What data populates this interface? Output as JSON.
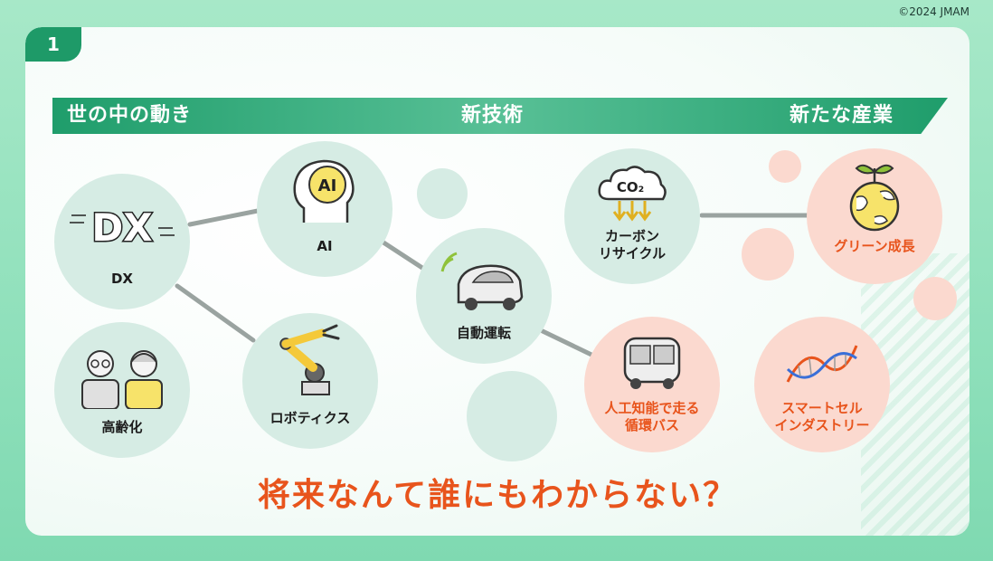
{
  "copyright": "©2024 JMAM",
  "slide_number": "1",
  "banner": {
    "left": "世の中の動き",
    "center": "新技術",
    "right": "新たな産業"
  },
  "nodes": {
    "dx": {
      "label": "DX",
      "icon": "dx-logo-icon"
    },
    "aging": {
      "label": "高齢化",
      "icon": "elderly-couple-icon"
    },
    "ai": {
      "label": "AI",
      "icon": "ai-head-icon",
      "icon_text": "AI"
    },
    "robotics": {
      "label": "ロボティクス",
      "icon": "robot-arm-icon"
    },
    "autonomous": {
      "label": "自動運転",
      "icon": "self-driving-car-icon"
    },
    "carbon": {
      "label_line1": "カーボン",
      "label_line2": "リサイクル",
      "icon": "co2-cloud-icon",
      "icon_text": "CO₂"
    },
    "green": {
      "label": "グリーン成長",
      "icon": "sprouting-globe-icon"
    },
    "bus": {
      "label_line1": "人工知能で走る",
      "label_line2": "循環バス",
      "icon": "bus-icon"
    },
    "smartcell": {
      "label_line1": "スマートセル",
      "label_line2": "インダストリー",
      "icon": "dna-icon"
    }
  },
  "tagline": "将来なんて誰にもわからない？",
  "colors": {
    "brand_green": "#1e9a68",
    "accent_orange": "#e8541c",
    "teal_circle": "#d6ece4",
    "pink_circle": "#fbd9cf",
    "connector": "#9aa3a0"
  }
}
